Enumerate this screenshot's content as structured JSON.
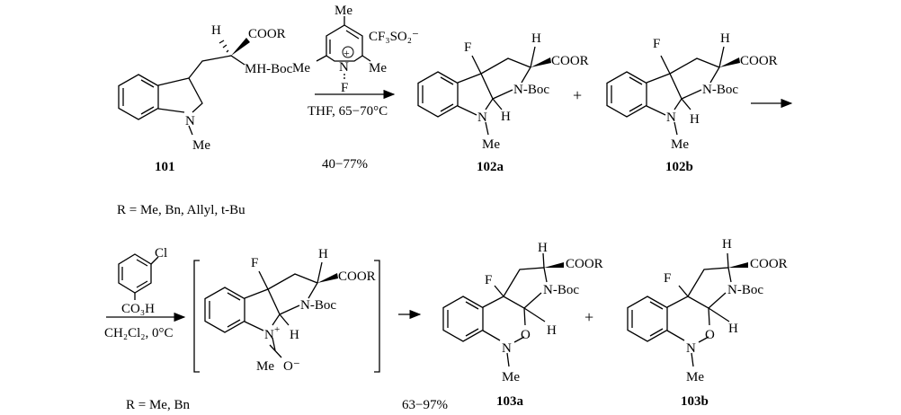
{
  "scheme": {
    "compound_101": {
      "label": "101",
      "h": "H",
      "coor": "COOR",
      "nh": "MH-Boc",
      "n": "N",
      "me": "Me"
    },
    "reagent1": {
      "me_top": "Me",
      "me_left": "Me",
      "me_right": "Me",
      "n": "N",
      "plus": "+",
      "f": "F",
      "counterion": "CF₃SO₂⁻",
      "conditions": "THF, 65−70°C",
      "yield": "40−77%"
    },
    "compound_102a": {
      "label": "102a",
      "f": "F",
      "h1": "H",
      "coor": "COOR",
      "nboc": "N-Boc",
      "h2": "H",
      "n": "N",
      "me": "Me"
    },
    "plus1": "+",
    "compound_102b": {
      "label": "102b",
      "f": "F",
      "h1": "H",
      "coor": "COOR",
      "nboc": "N-Boc",
      "h2": "H",
      "n": "N",
      "me": "Me"
    },
    "r_groups1": "R = Me, Bn, Allyl, t-Bu",
    "reagent2": {
      "cl": "Cl",
      "co3h": "CO₃H",
      "conditions": "CH₂Cl₂, 0°C"
    },
    "intermediate": {
      "f": "F",
      "h1": "H",
      "coor": "COOR",
      "nboc": "N-Boc",
      "h2": "H",
      "n": "N",
      "plus": "+",
      "o": "O⁻",
      "me": "Me"
    },
    "r_groups2": "R = Me, Bn",
    "yield2": "63−97%",
    "compound_103a": {
      "label": "103a",
      "f": "F",
      "h1": "H",
      "coor": "COOR",
      "nboc": "N-Boc",
      "h2": "H",
      "n": "N",
      "o": "O",
      "me": "Me"
    },
    "plus2": "+",
    "compound_103b": {
      "label": "103b",
      "f": "F",
      "h1": "H",
      "coor": "COOR",
      "nboc": "N-Boc",
      "h2": "H",
      "n": "N",
      "o": "O",
      "me": "Me"
    }
  }
}
